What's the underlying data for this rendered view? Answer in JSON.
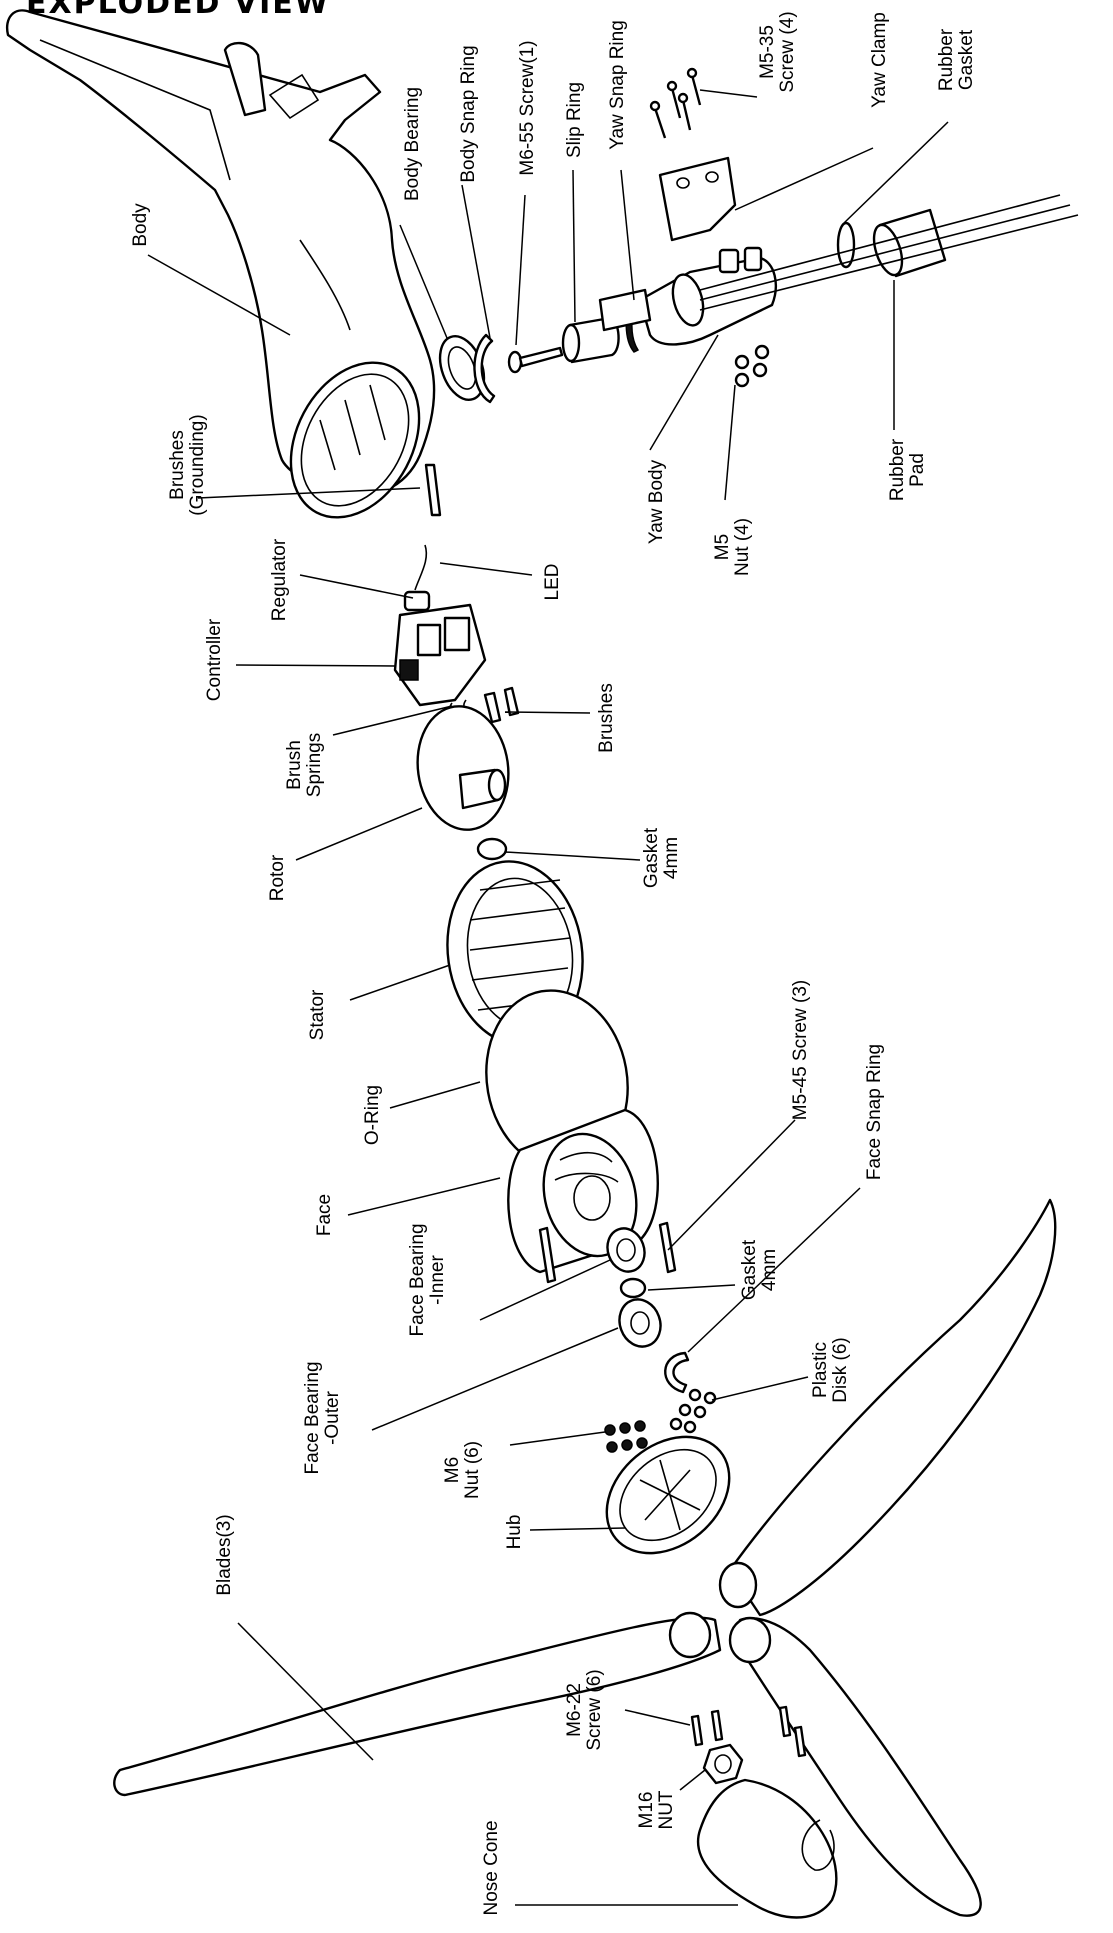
{
  "title": "EXPLODED VIEW",
  "labels": {
    "body": "Body",
    "body_bearing": "Body Bearing",
    "body_snap_ring": "Body Snap Ring",
    "m6_55_screw": "M6-55 Screw(1)",
    "slip_ring": "Slip Ring",
    "yaw_snap_ring": "Yaw Snap Ring",
    "m5_35_screw_1": "M5-35",
    "m5_35_screw_2": "Screw (4)",
    "yaw_clamp": "Yaw Clamp",
    "rubber_gasket_1": "Rubber",
    "rubber_gasket_2": "Gasket",
    "brushes_grounding_1": "Brushes",
    "brushes_grounding_2": "(Grounding)",
    "yaw_body": "Yaw Body",
    "m5_nut_1": "M5",
    "m5_nut_2": "Nut (4)",
    "rubber_pad_1": "Rubber",
    "rubber_pad_2": "Pad",
    "regulator": "Regulator",
    "led": "LED",
    "controller": "Controller",
    "brush_springs_1": "Brush",
    "brush_springs_2": "Springs",
    "brushes": "Brushes",
    "rotor": "Rotor",
    "gasket_4mm_a_1": "Gasket",
    "gasket_4mm_a_2": "4mm",
    "stator": "Stator",
    "o_ring": "O-Ring",
    "m5_45_screw": "M5-45  Screw (3)",
    "face": "Face",
    "face_snap_ring": "Face  Snap Ring",
    "face_bearing_inner_1": "Face Bearing",
    "face_bearing_inner_2": "-Inner",
    "gasket_4mm_b_1": "Gasket",
    "gasket_4mm_b_2": "4mm",
    "face_bearing_outer_1": "Face Bearing",
    "face_bearing_outer_2": "-Outer",
    "plastic_disk_1": "Plastic",
    "plastic_disk_2": "Disk (6)",
    "m6_nut_1": "M6",
    "m6_nut_2": "Nut (6)",
    "blades": "Blades(3)",
    "hub": "Hub",
    "m6_22_screw_1": "M6-22",
    "m6_22_screw_2": "Screw (6)",
    "m16_nut_1": "M16",
    "m16_nut_2": "NUT",
    "nose_cone": "Nose Cone"
  }
}
